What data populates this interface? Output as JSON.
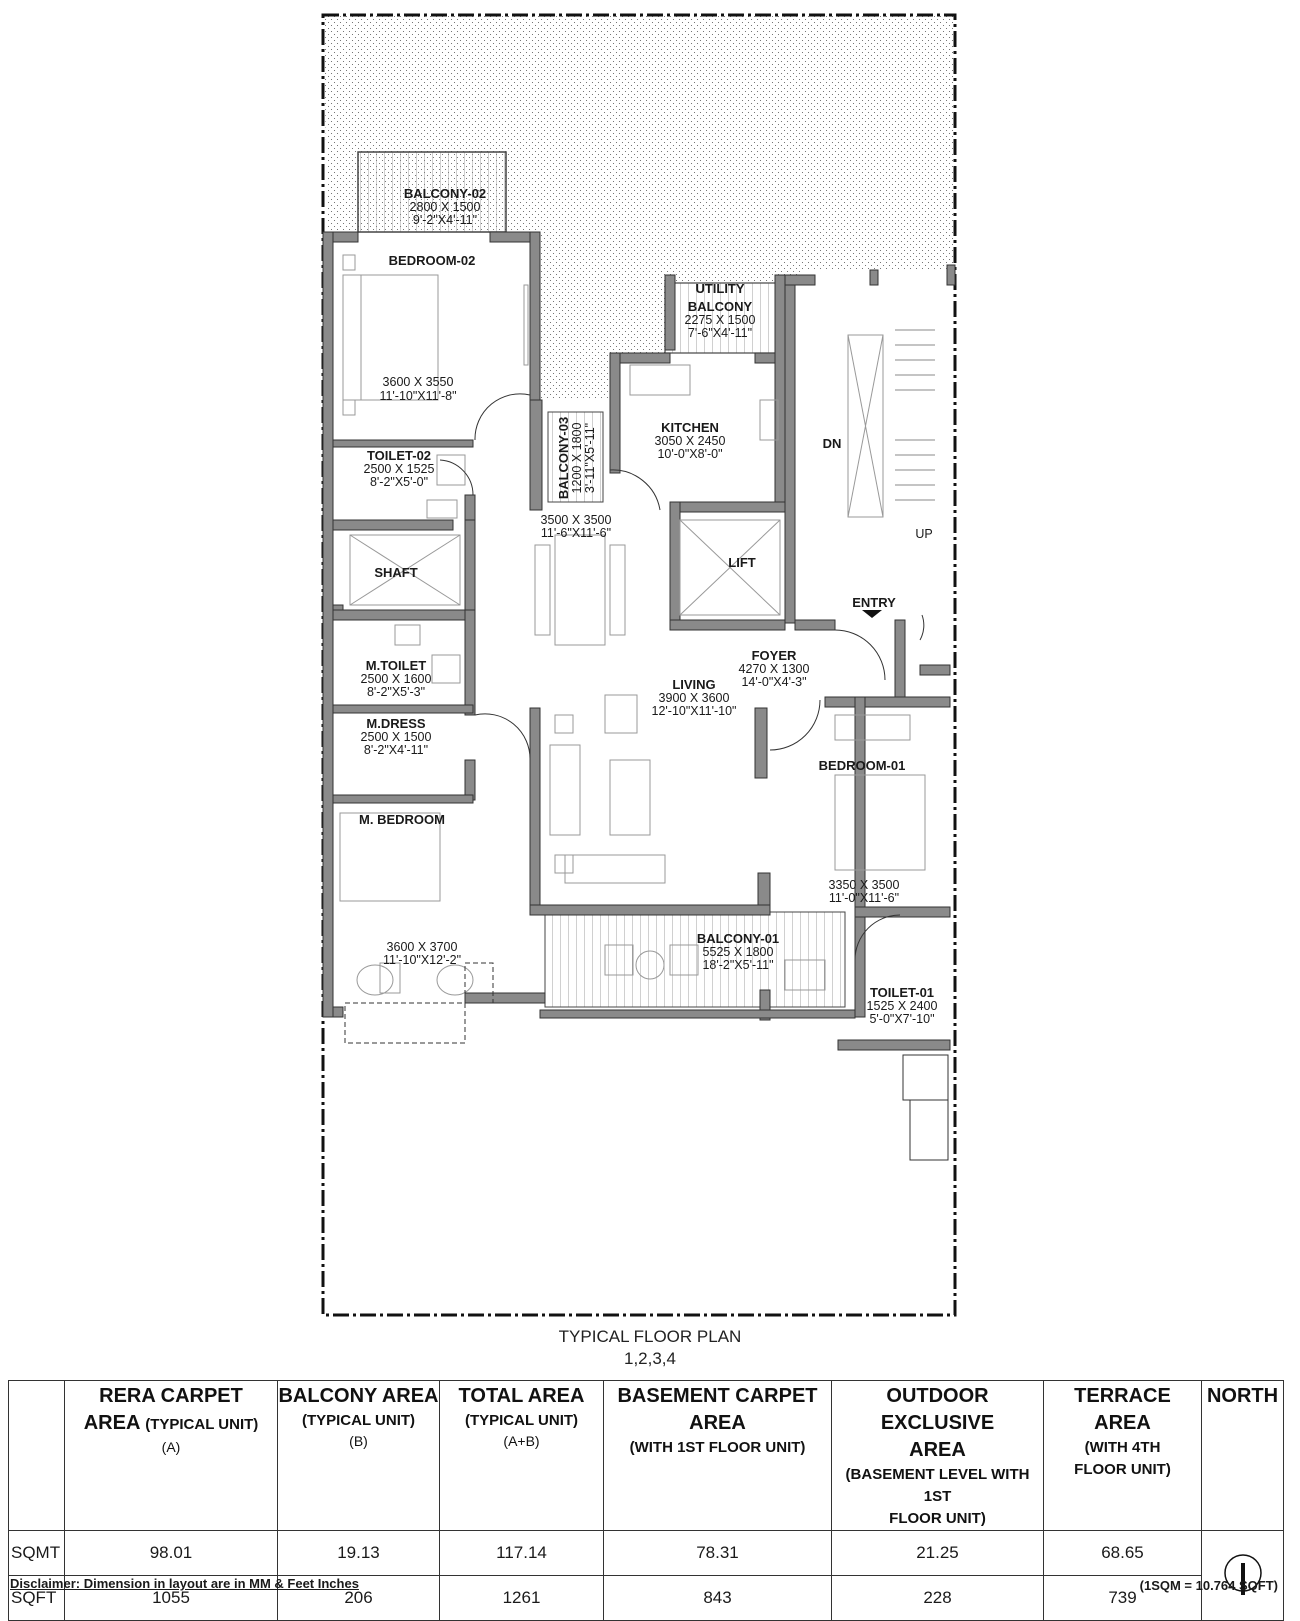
{
  "plan": {
    "title": "TYPICAL FLOOR PLAN",
    "floors": "1,2,3,4",
    "rooms": [
      {
        "id": "balcony-02",
        "name": "BALCONY-02",
        "dim_mm": "2800 X 1500",
        "dim_ft": "9'-2\"X4'-11\""
      },
      {
        "id": "bedroom-02",
        "name": "BEDROOM-02",
        "dim_mm": "3600 X 3550",
        "dim_ft": "11'-10\"X11'-8\""
      },
      {
        "id": "utility-balcony",
        "name": "UTILITY",
        "name2": "BALCONY",
        "dim_mm": "2275 X 1500",
        "dim_ft": "7'-6\"X4'-11\""
      },
      {
        "id": "kitchen",
        "name": "KITCHEN",
        "dim_mm": "3050 X 2450",
        "dim_ft": "10'-0\"X8'-0\""
      },
      {
        "id": "balcony-03",
        "name": "BALCONY-03",
        "dim_mm": "1200 X 1800",
        "dim_ft": "3'-11\"X5'-11\""
      },
      {
        "id": "toilet-02",
        "name": "TOILET-02",
        "dim_mm": "2500 X 1525",
        "dim_ft": "8'-2\"X5'-0\""
      },
      {
        "id": "dining",
        "dim_mm": "3500 X 3500",
        "dim_ft": "11'-6\"X11'-6\""
      },
      {
        "id": "shaft",
        "name": "SHAFT"
      },
      {
        "id": "lift",
        "name": "LIFT"
      },
      {
        "id": "m-toilet",
        "name": "M.TOILET",
        "dim_mm": "2500 X 1600",
        "dim_ft": "8'-2\"X5'-3\""
      },
      {
        "id": "foyer",
        "name": "FOYER",
        "dim_mm": "4270 X 1300",
        "dim_ft": "14'-0\"X4'-3\""
      },
      {
        "id": "living",
        "name": "LIVING",
        "dim_mm": "3900 X 3600",
        "dim_ft": "12'-10\"X11'-10\""
      },
      {
        "id": "m-dress",
        "name": "M.DRESS",
        "dim_mm": "2500 X 1500",
        "dim_ft": "8'-2\"X4'-11\""
      },
      {
        "id": "bedroom-01",
        "name": "BEDROOM-01",
        "dim_mm": "3350 X 3500",
        "dim_ft": "11'-0\"X11'-6\""
      },
      {
        "id": "m-bedroom",
        "name": "M. BEDROOM",
        "dim_mm": "3600 X 3700",
        "dim_ft": "11'-10\"X12'-2\""
      },
      {
        "id": "balcony-01",
        "name": "BALCONY-01",
        "dim_mm": "5525 X 1800",
        "dim_ft": "18'-2\"X5'-11\""
      },
      {
        "id": "toilet-01",
        "name": "TOILET-01",
        "dim_mm": "1525 X 2400",
        "dim_ft": "5'-0\"X7'-10\""
      }
    ],
    "stair_dn": "DN",
    "stair_up": "UP",
    "entry": "ENTRY"
  },
  "table": {
    "columns": [
      {
        "l1": "RERA CARPET",
        "l2": "AREA",
        "l2s": "(TYPICAL UNIT)",
        "l3": "(A)"
      },
      {
        "l1": "BALCONY AREA",
        "l2s": "(TYPICAL UNIT)",
        "l3": "(B)"
      },
      {
        "l1": "TOTAL AREA",
        "l2s": "(TYPICAL UNIT)",
        "l3": "(A+B)"
      },
      {
        "l1": "BASEMENT CARPET",
        "l2": "AREA",
        "l2s": "(WITH 1ST FLOOR UNIT)"
      },
      {
        "l1": "OUTDOOR EXCLUSIVE",
        "l2": "AREA",
        "l2s": "(BASEMENT LEVEL WITH 1ST",
        "l3s": "FLOOR UNIT)"
      },
      {
        "l1": "TERRACE AREA",
        "l2s": "(WITH 4TH",
        "l3s": "FLOOR UNIT)"
      }
    ],
    "north_label": "NORTH",
    "rows": [
      {
        "label": "SQMT",
        "values": [
          "98.01",
          "19.13",
          "117.14",
          "78.31",
          "21.25",
          "68.65"
        ]
      },
      {
        "label": "SQFT",
        "values": [
          "1055",
          "206",
          "1261",
          "843",
          "228",
          "739"
        ]
      }
    ]
  },
  "disclaimer": "Disclaimer: Dimension in layout are in MM & Feet Inches",
  "conversion": "(1SQM = 10.764 SQFT)"
}
